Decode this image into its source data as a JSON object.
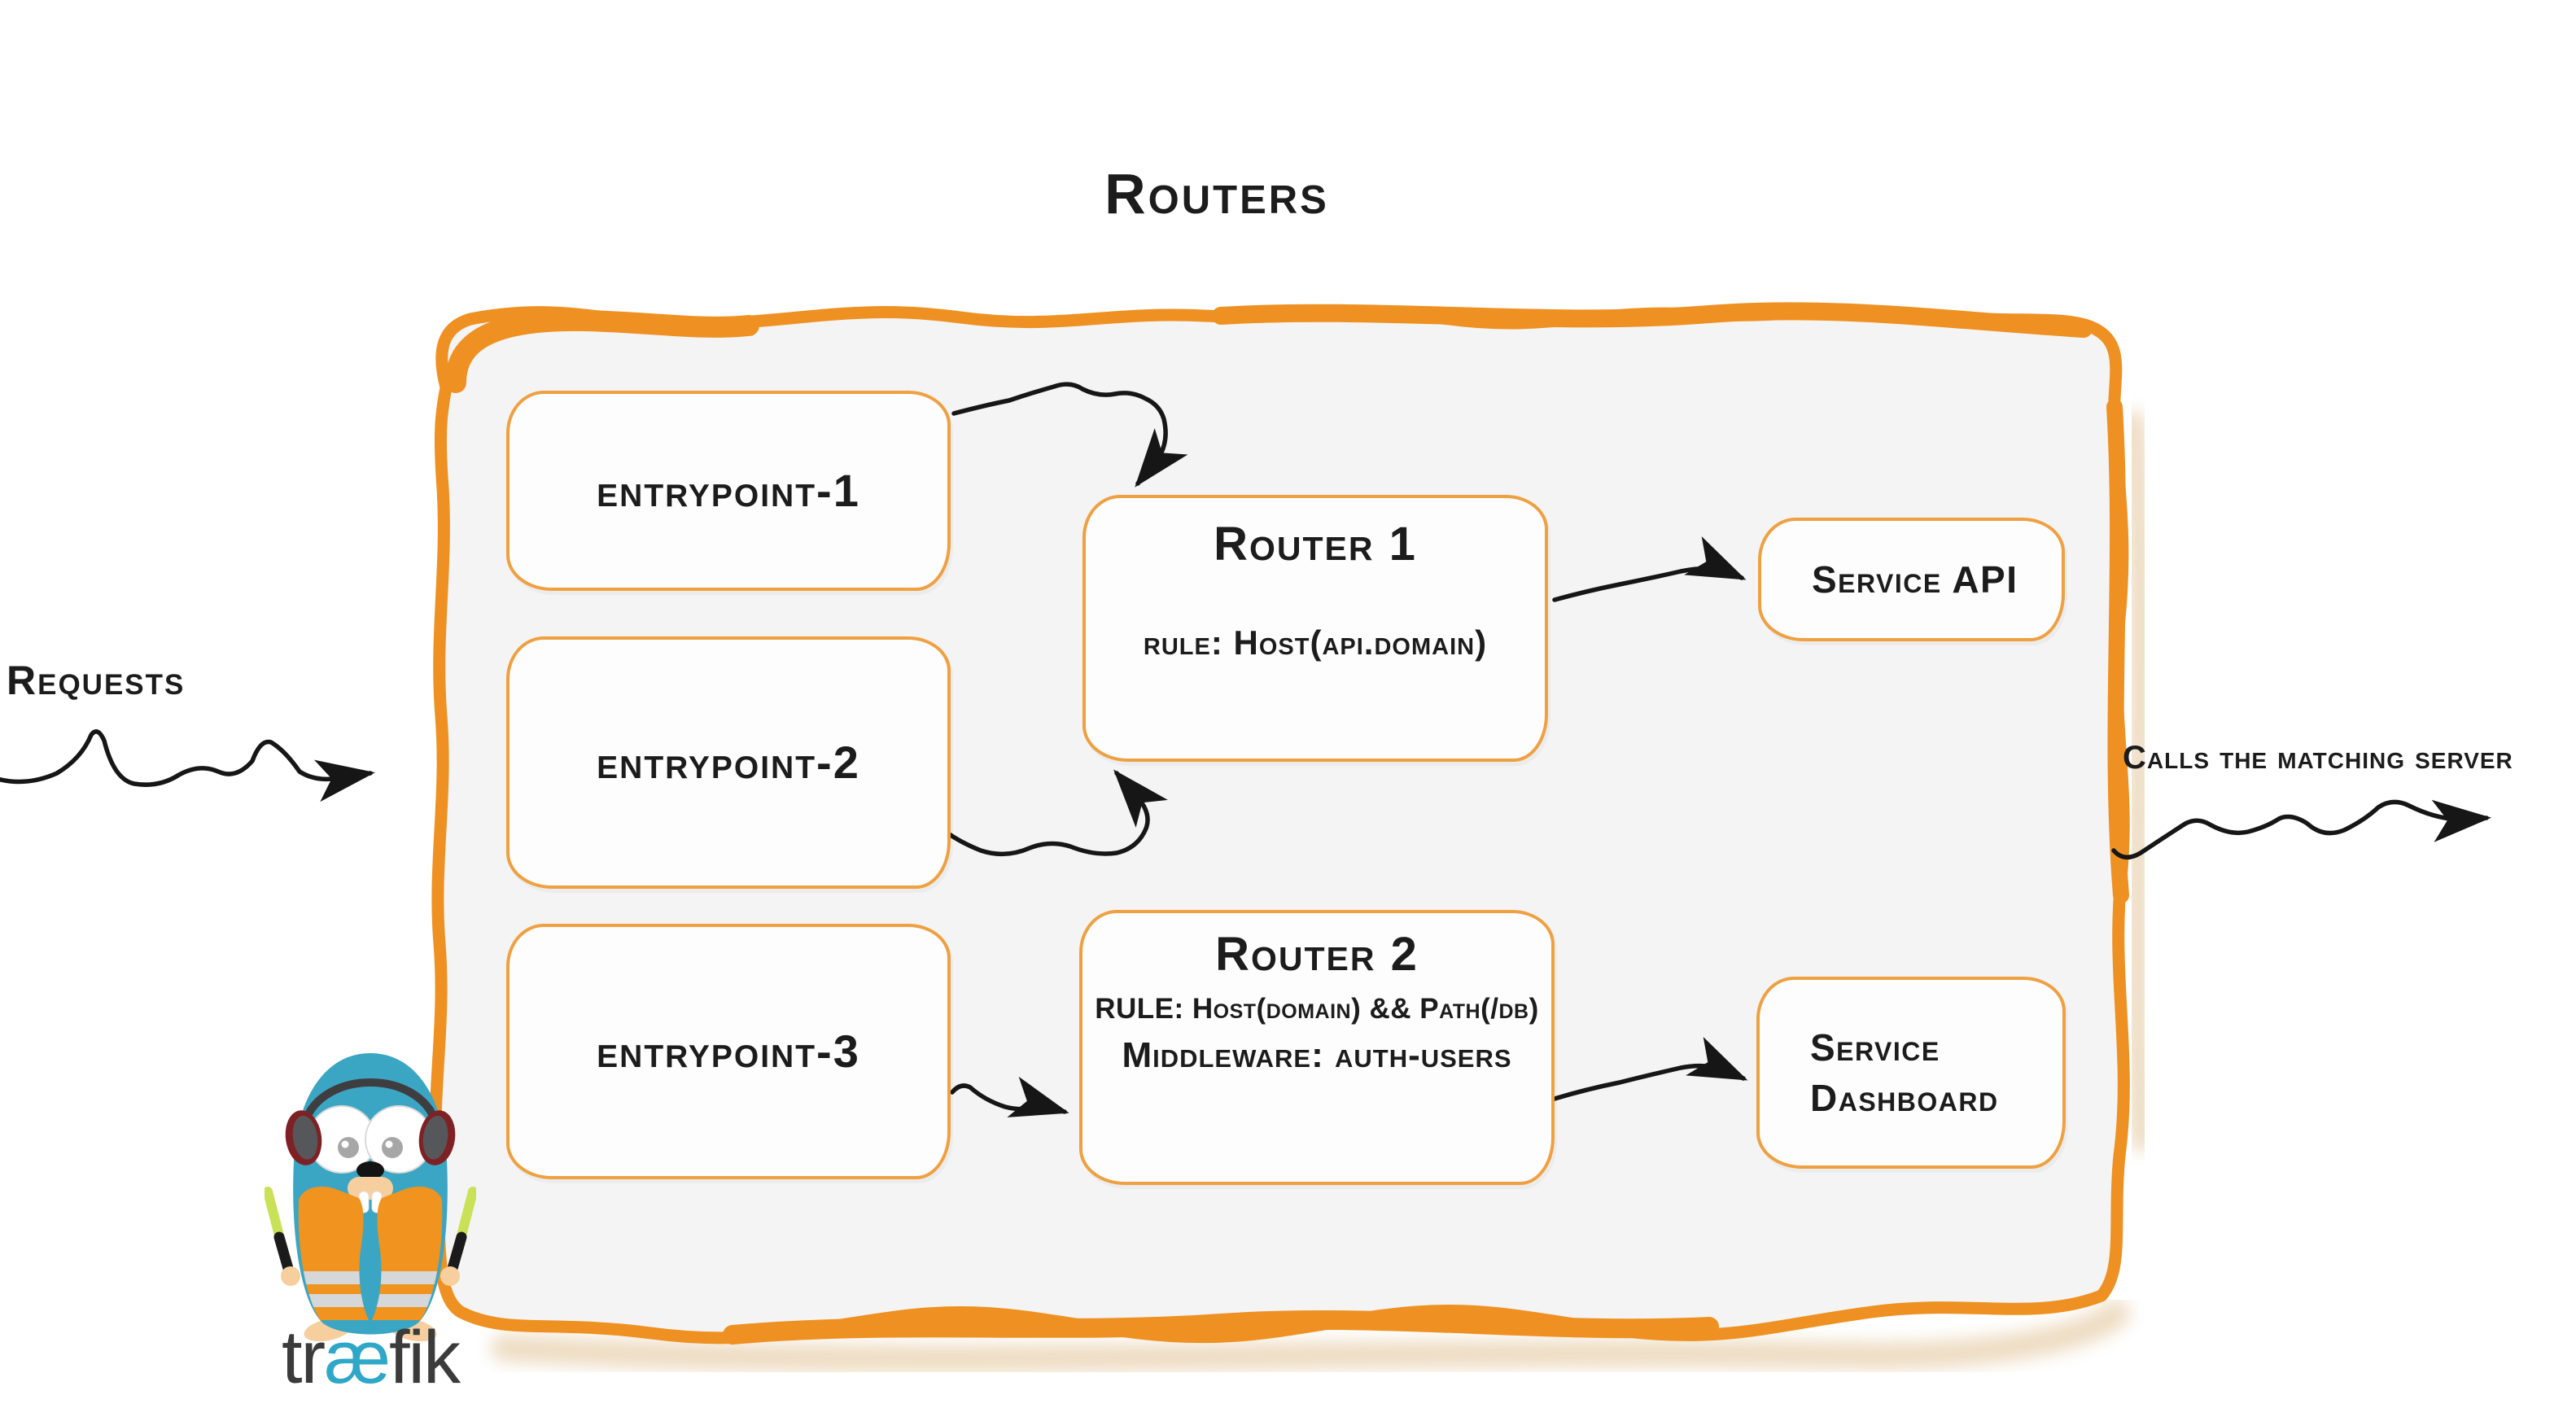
{
  "diagram": {
    "title": "Routers",
    "entrypoints": [
      {
        "label": "entrypoint-1"
      },
      {
        "label": "entrypoint-2"
      },
      {
        "label": "entrypoint-3"
      }
    ],
    "routers": [
      {
        "title": "Router 1",
        "rule": "rule: Host(api.domain)"
      },
      {
        "title": "Router 2",
        "rule": "RULE: Host(domain) && Path(/db)",
        "middleware": "Middleware: auth-users"
      }
    ],
    "services": [
      {
        "line1": "Service API",
        "line2": ""
      },
      {
        "line1": "Service",
        "line2": "Dashboard"
      }
    ],
    "annotations": {
      "incoming_label": "Requests",
      "outgoing_label": "Calls the matching server"
    },
    "logo": {
      "pre": "tr",
      "ae": "æ",
      "post": "fik"
    },
    "colors": {
      "border_orange": "#EE9122",
      "box_border": "#EFA041",
      "panel_fill": "#F4F4F4",
      "ink": "#1C1C1C",
      "arrow_ink": "#161616",
      "logo_teal": "#2FA7C8",
      "logo_gray": "#3B3B3B"
    }
  }
}
